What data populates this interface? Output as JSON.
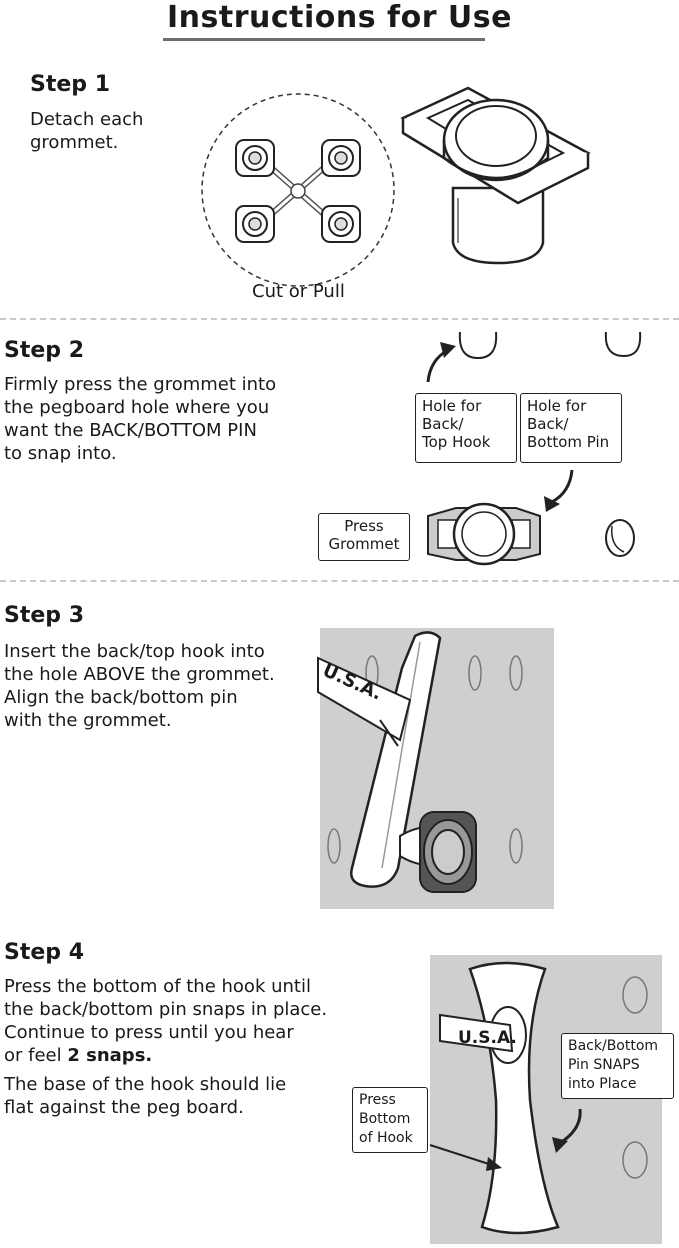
{
  "title": "Instructions for Use",
  "steps": [
    {
      "heading": "Step 1",
      "lines": [
        "Detach each",
        "grommet."
      ],
      "caption": "Cut or Pull"
    },
    {
      "heading": "Step 2",
      "lines": [
        "Firmly press the grommet into",
        "the pegboard hole where you",
        "want the BACK/BOTTOM PIN",
        "to snap into."
      ],
      "labels": {
        "top_hook": [
          "Hole for",
          "Back/",
          "Top Hook"
        ],
        "bottom_pin": [
          "Hole for",
          "Back/",
          "Bottom Pin"
        ],
        "press": [
          "Press",
          "Grommet"
        ]
      }
    },
    {
      "heading": "Step 3",
      "lines": [
        "Insert the back/top hook into",
        "the hole ABOVE the grommet.",
        "Align the back/bottom pin",
        "with the grommet."
      ],
      "tag": "U.S.A."
    },
    {
      "heading": "Step 4",
      "lines": [
        "Press the bottom of the hook until",
        "the back/bottom pin snaps in place.",
        "Continue to press until you hear"
      ],
      "line4_prefix": "or feel ",
      "line4_bold": "2 snaps.",
      "lines2": [
        "The base of the hook should lie",
        "flat against the peg board."
      ],
      "tag": "U.S.A.",
      "labels": {
        "press_bottom": [
          "Press",
          "Bottom",
          "of Hook"
        ],
        "snaps": [
          "Back/Bottom",
          "Pin SNAPS",
          "into Place"
        ]
      }
    }
  ]
}
